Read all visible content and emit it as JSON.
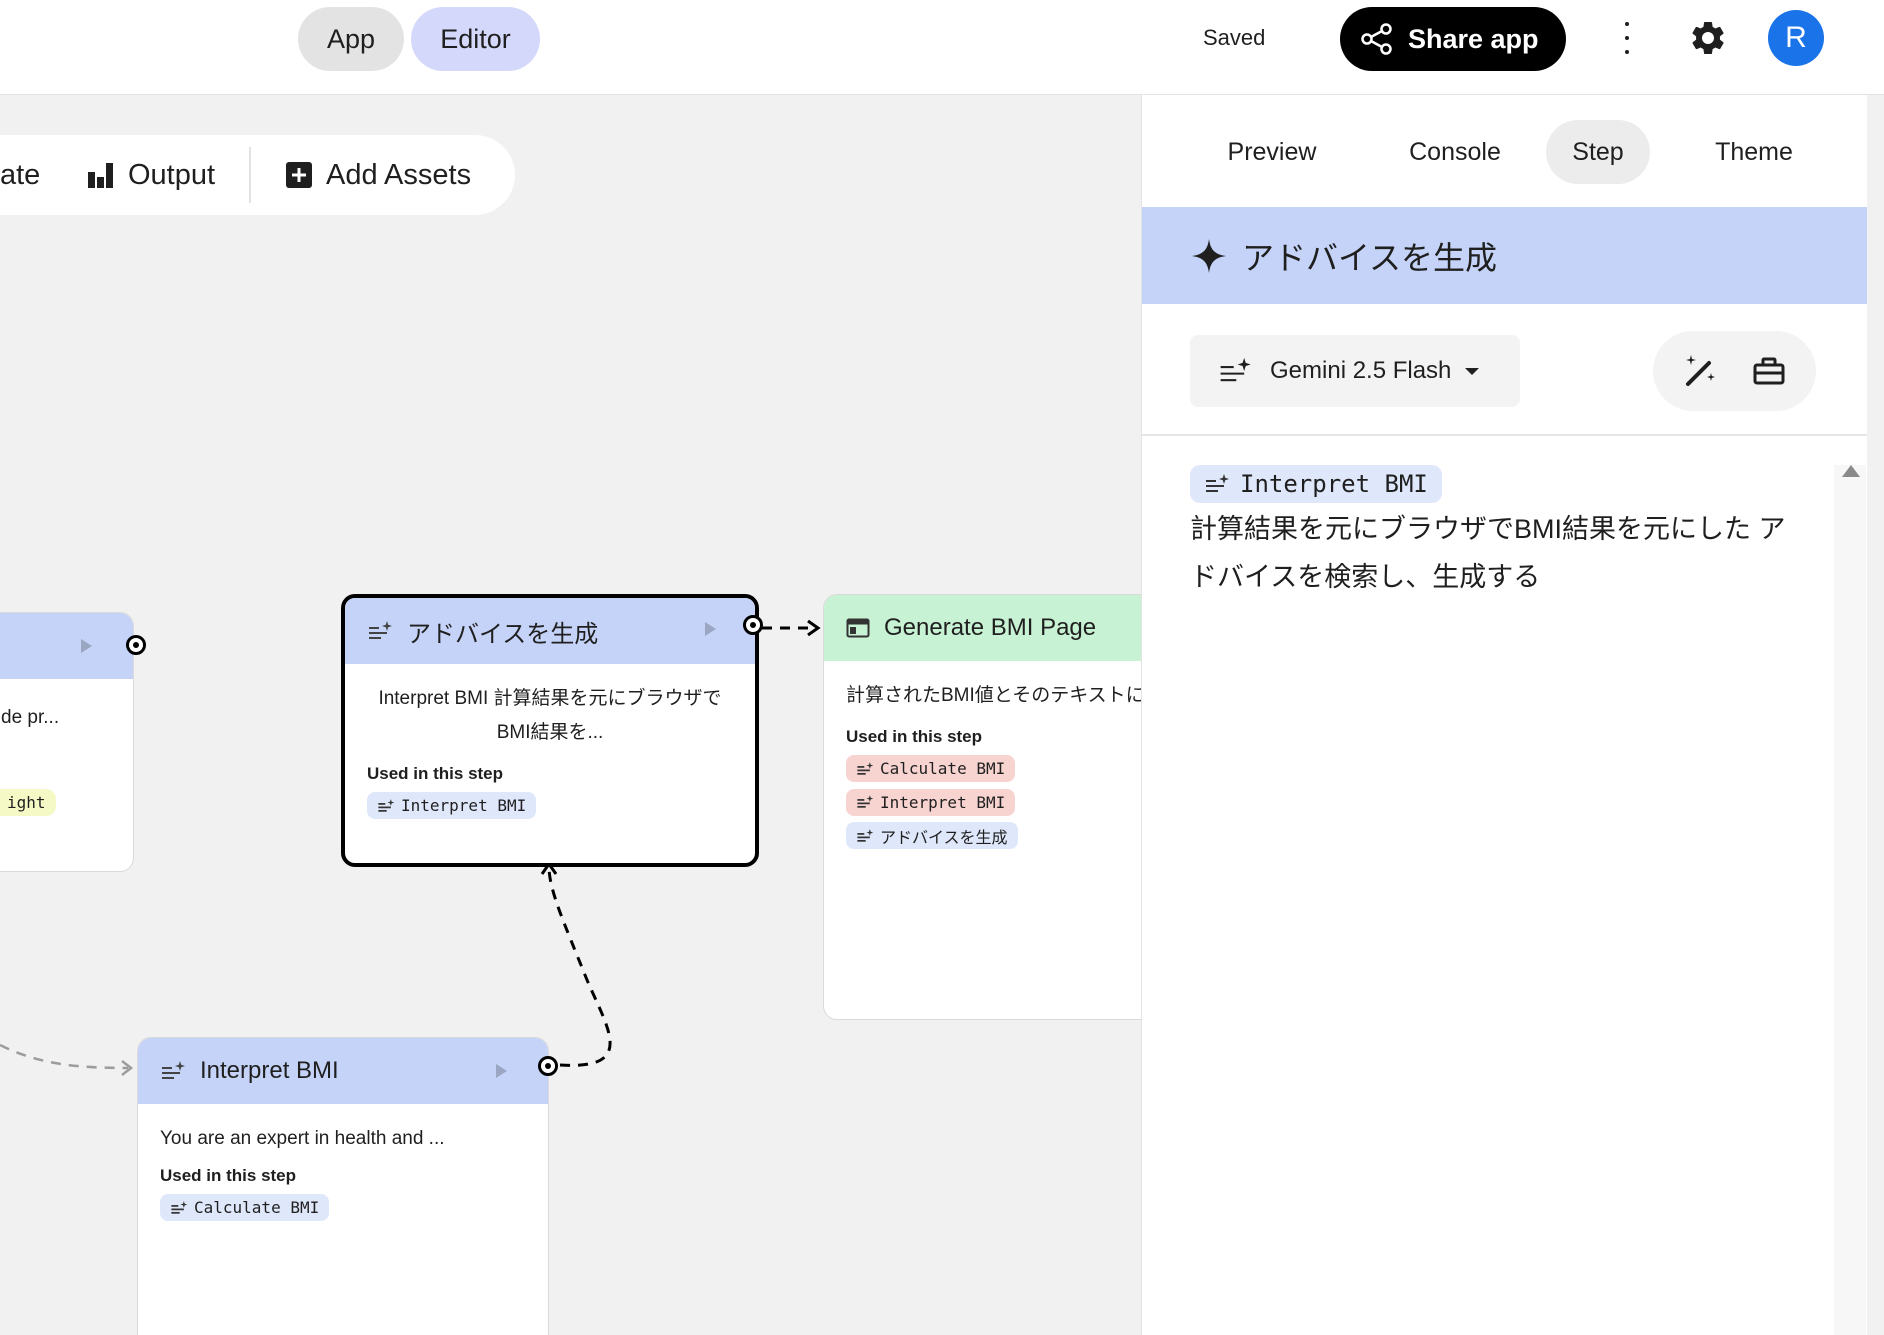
{
  "header": {
    "app_tab": "App",
    "editor_tab": "Editor",
    "status": "Saved",
    "share_label": "Share app",
    "avatar_initial": "R"
  },
  "toolbar": {
    "generate_partial": "ate",
    "output_label": "Output",
    "add_assets_label": "Add Assets"
  },
  "nodes": {
    "left_partial": {
      "desc_partial": "de pr...",
      "chip_partial": "ight"
    },
    "advice": {
      "title": "アドバイスを生成",
      "desc": "Interpret BMI 計算結果を元にブラウザで BMI結果を...",
      "used_label": "Used in this step",
      "chips": [
        "Interpret BMI"
      ]
    },
    "generate_page": {
      "title": "Generate BMI Page",
      "desc": "計算されたBMI値とそのテキストに 釈を表示する、ユーザーフ...",
      "used_label": "Used in this step",
      "chips": [
        "Calculate BMI",
        "Interpret BMI",
        "アドバイスを生成"
      ]
    },
    "interpret": {
      "title": "Interpret BMI",
      "desc": "You are an expert in health and ...",
      "used_label": "Used in this step",
      "chips": [
        "Calculate BMI"
      ]
    }
  },
  "panel": {
    "tabs": [
      "Preview",
      "Console",
      "Step",
      "Theme"
    ],
    "active_tab": "Step",
    "step_title": "アドバイスを生成",
    "model": "Gemini 2.5 Flash",
    "prompt_chip": "Interpret BMI",
    "prompt_text": "計算結果を元にブラウザでBMI結果を元にした アドバイスを検索し、生成する"
  },
  "colors": {
    "accent_blue": "#c4d3f7",
    "editor_pill": "#d4d8fb",
    "green_header": "#c8f2d4",
    "chip_blue": "#dfe7fb",
    "chip_red": "#f8d4d1",
    "avatar": "#1a73e8"
  }
}
